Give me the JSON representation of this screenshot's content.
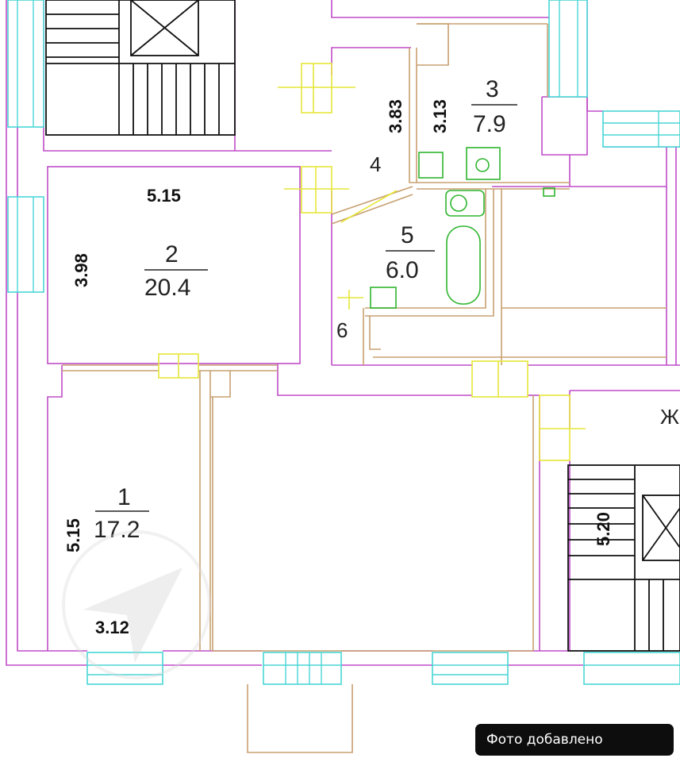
{
  "rooms": {
    "r1": {
      "number": "1",
      "area": "17.2"
    },
    "r2": {
      "number": "2",
      "area": "20.4"
    },
    "r3": {
      "number": "3",
      "area": "7.9"
    },
    "r4": {
      "number": "4"
    },
    "r5": {
      "number": "5",
      "area": "6.0"
    },
    "r6": {
      "number": "6"
    }
  },
  "dimensions": {
    "room2_width": "5.15",
    "room2_depth": "3.98",
    "room1_depth": "5.15",
    "room1_width": "3.12",
    "room4_depth": "3.83",
    "room3_depth": "3.13",
    "stair_right": "5.20"
  },
  "labels": {
    "corner_letter": "Ж"
  },
  "badge": {
    "text": "Фото добавлено"
  },
  "colors": {
    "outer_wall": "#c04cc8",
    "inner_wall": "#c8a070",
    "window": "#49d6d6",
    "door": "#e6e63a",
    "fixture": "#2fb52f"
  }
}
